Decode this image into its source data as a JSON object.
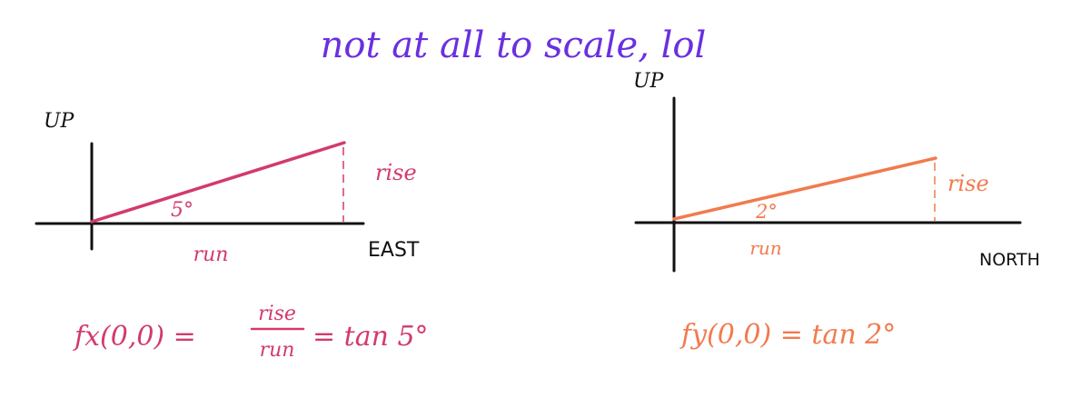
{
  "title": "not at all to scale, lol",
  "colors": {
    "title": "#6b2fe0",
    "left": "#d23a6e",
    "right": "#f27a4e",
    "axes": "#111111"
  },
  "left_diagram": {
    "y_axis_label": "UP",
    "x_axis_label": "EAST",
    "angle_label": "5°",
    "rise_label": "rise",
    "run_label": "run",
    "formula": {
      "lhs": "fx(0,0) =",
      "numerator": "rise",
      "denominator": "run",
      "rhs": "= tan 5°"
    }
  },
  "right_diagram": {
    "y_axis_label": "UP",
    "x_axis_label": "NORTH",
    "angle_label": "2°",
    "rise_label": "rise",
    "run_label": "run",
    "formula": "fy(0,0) = tan 2°"
  }
}
